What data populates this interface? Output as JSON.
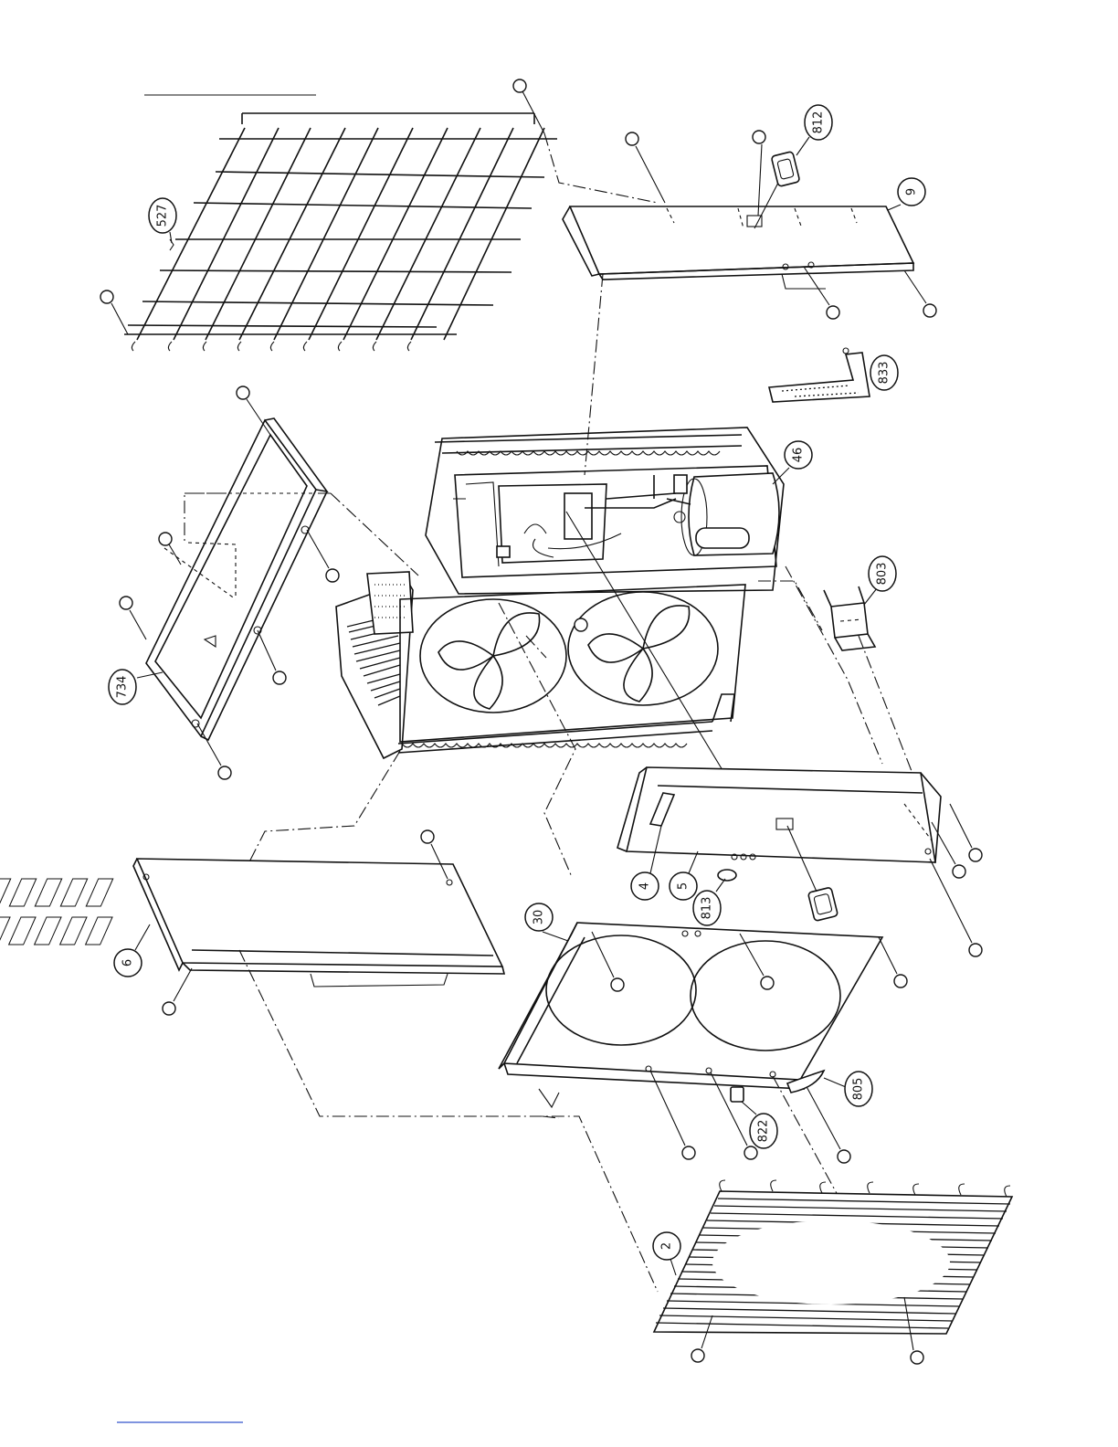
{
  "callouts": {
    "c527": "527",
    "c812": "812",
    "c9": "9",
    "c833": "833",
    "c46": "46",
    "c734": "734",
    "c803": "803",
    "c4": "4",
    "c5": "5",
    "c813": "813",
    "c6": "6",
    "c30": "30",
    "c805": "805",
    "c822": "822",
    "c2": "2"
  }
}
